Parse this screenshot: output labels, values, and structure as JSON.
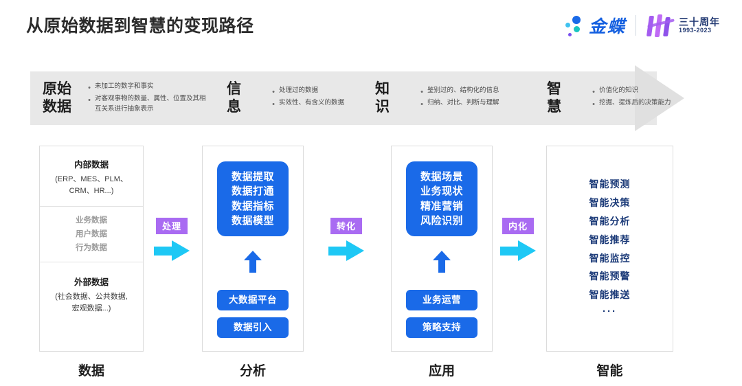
{
  "header": {
    "title": "从原始数据到智慧的变现路径",
    "brand": {
      "name": "金蝶",
      "anniversary_cn": "三十周年",
      "anniversary_years": "1993-2023"
    }
  },
  "band": {
    "segments": [
      {
        "title_lines": [
          "原始",
          "数据"
        ],
        "bullets": [
          "未加工的数字和事实",
          "对客观事物的数量、属性、位置及其相互关系进行抽象表示"
        ]
      },
      {
        "title_lines": [
          "信",
          "息"
        ],
        "bullets": [
          "处理过的数据",
          "实效性、有含义的数据"
        ]
      },
      {
        "title_lines": [
          "知",
          "识"
        ],
        "bullets": [
          "鉴别过的、结构化的信息",
          "归纳、对比、判断与理解"
        ]
      },
      {
        "title_lines": [
          "智",
          "慧"
        ],
        "bullets": [
          "价值化的知识",
          "挖掘、提炼后的决策能力"
        ]
      }
    ]
  },
  "columns": [
    {
      "label": "数据",
      "sections": {
        "top_head": "内部数据",
        "top_sub": "(ERP、MES、PLM、\nCRM、HR...)",
        "mid_items": [
          "业务数据",
          "用户数据",
          "行为数据"
        ],
        "bottom_head": "外部数据",
        "bottom_sub": "(社会数据、公共数据,\n宏观数据...)"
      }
    },
    {
      "label": "分析",
      "box_lines": "数据提取\n数据打通\n数据指标\n数据模型",
      "pills": [
        "大数据平台",
        "数据引入"
      ]
    },
    {
      "label": "应用",
      "box_lines": "数据场景\n业务现状\n精准营销\n风险识别",
      "pills": [
        "业务运营",
        "策略支持"
      ]
    },
    {
      "label": "智能",
      "items": [
        "智能预测",
        "智能决策",
        "智能分析",
        "智能推荐",
        "智能监控",
        "智能预警",
        "智能推送"
      ],
      "more": "···"
    }
  ],
  "transitions": [
    {
      "label": "处理"
    },
    {
      "label": "转化"
    },
    {
      "label": "内化"
    }
  ],
  "colors": {
    "brand_blue": "#1560e0",
    "box_blue": "#1a6ae8",
    "arrow_cyan": "#1ec8f5",
    "badge_purple": "#a96bf2",
    "navy": "#1b3a78",
    "band_gray": "#e8e8e8"
  }
}
